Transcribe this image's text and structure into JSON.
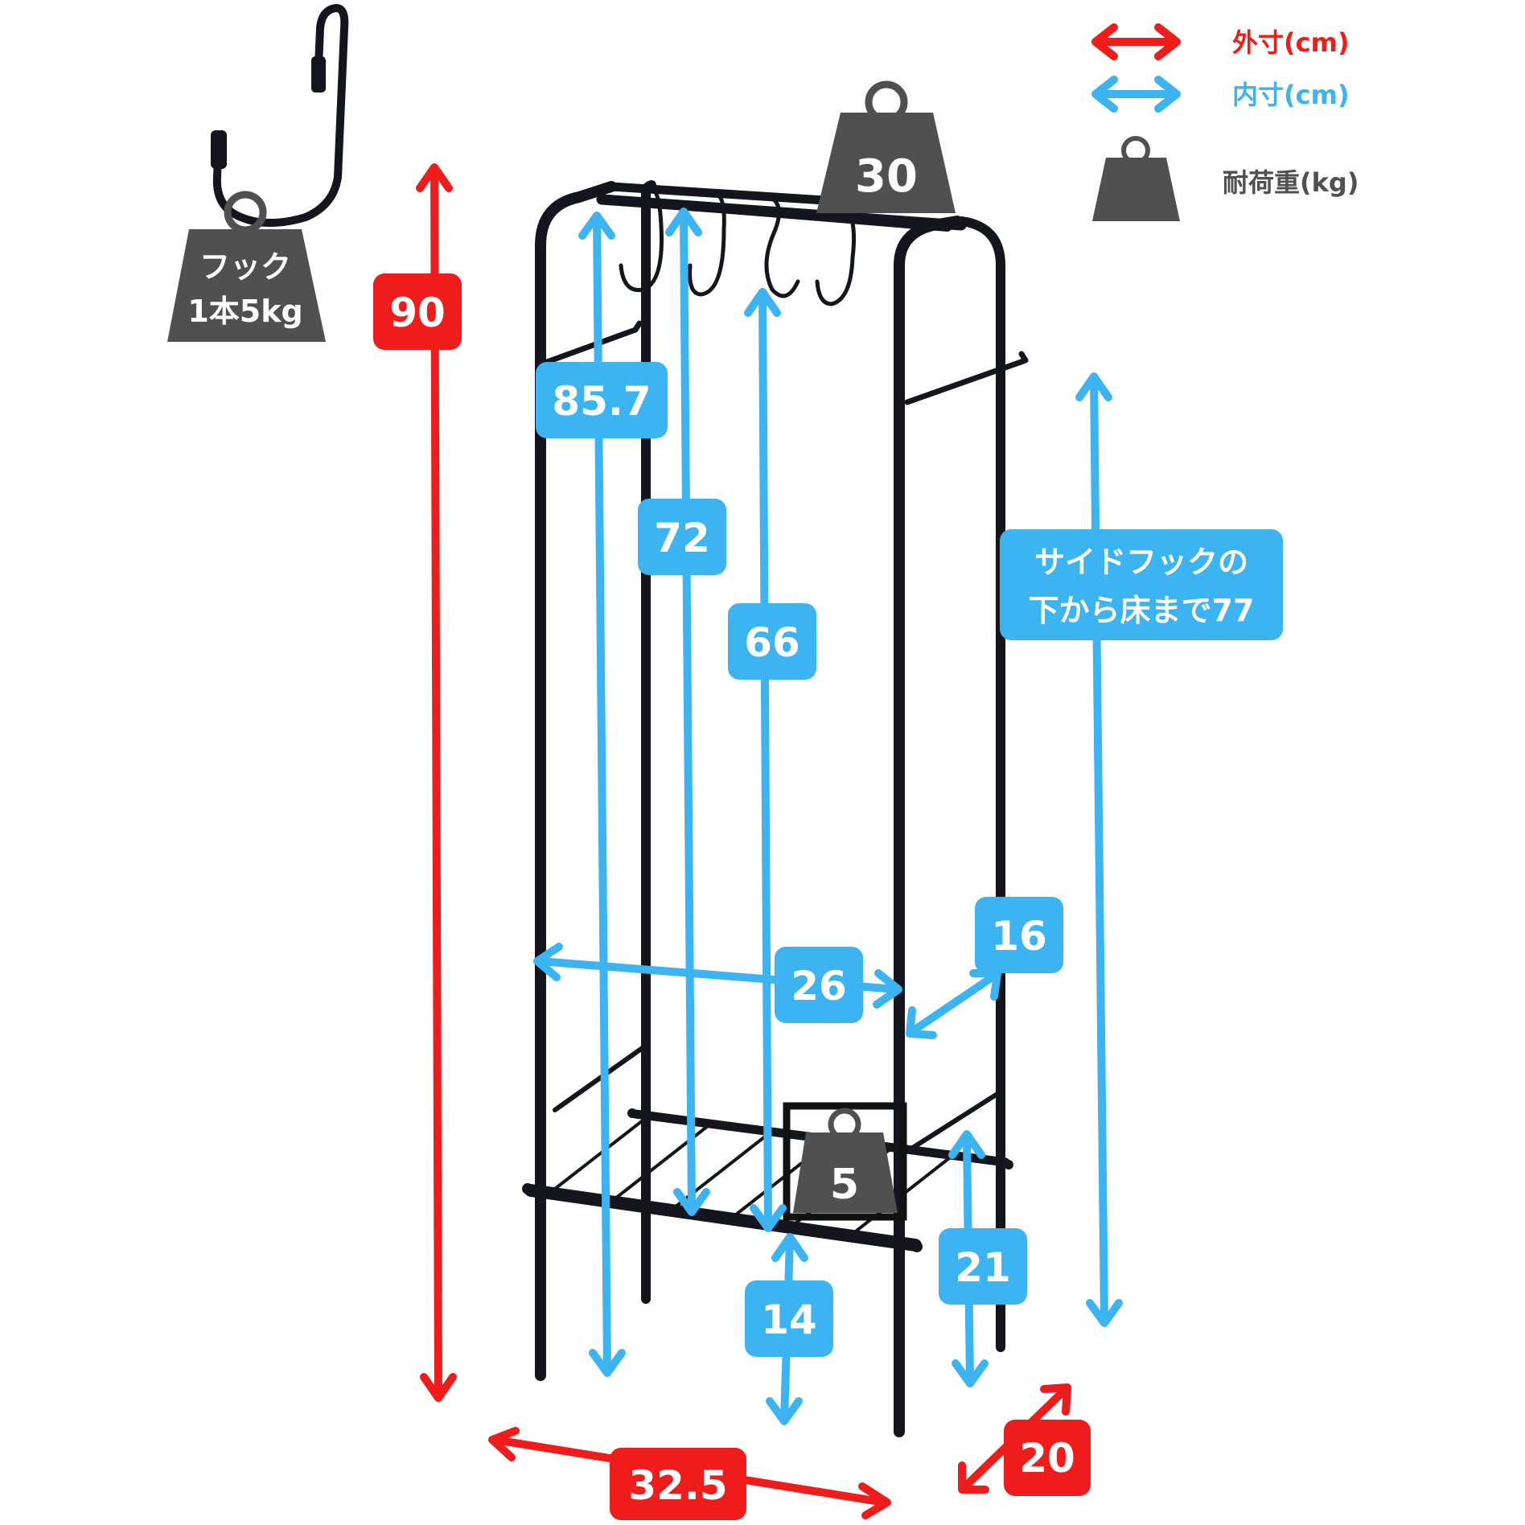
{
  "legend": {
    "outer_label": "外寸(cm)",
    "inner_label": "内寸(cm)",
    "load_label": "耐荷重(kg)"
  },
  "hook_badge": {
    "line1": "フック",
    "line2": "1本5kg"
  },
  "weights": {
    "top_load": "30",
    "shelf_load": "5"
  },
  "outer_dimensions": {
    "height": "90",
    "width": "32.5",
    "depth": "20"
  },
  "inner_dimensions": {
    "rail_to_floor": "85.7",
    "top_hook_to_shelf": "72",
    "lower_hook_to_shelf": "66",
    "side_hook_note_line1": "サイドフックの",
    "side_hook_note_line2": "下から床まで77",
    "inner_width": "26",
    "inner_depth": "16",
    "shelf_to_floor": "14",
    "side_shelf_height": "21"
  },
  "colors": {
    "outer": "#ef1c1c",
    "inner": "#3db4f2",
    "weight": "#505050",
    "frame": "#15161d"
  }
}
